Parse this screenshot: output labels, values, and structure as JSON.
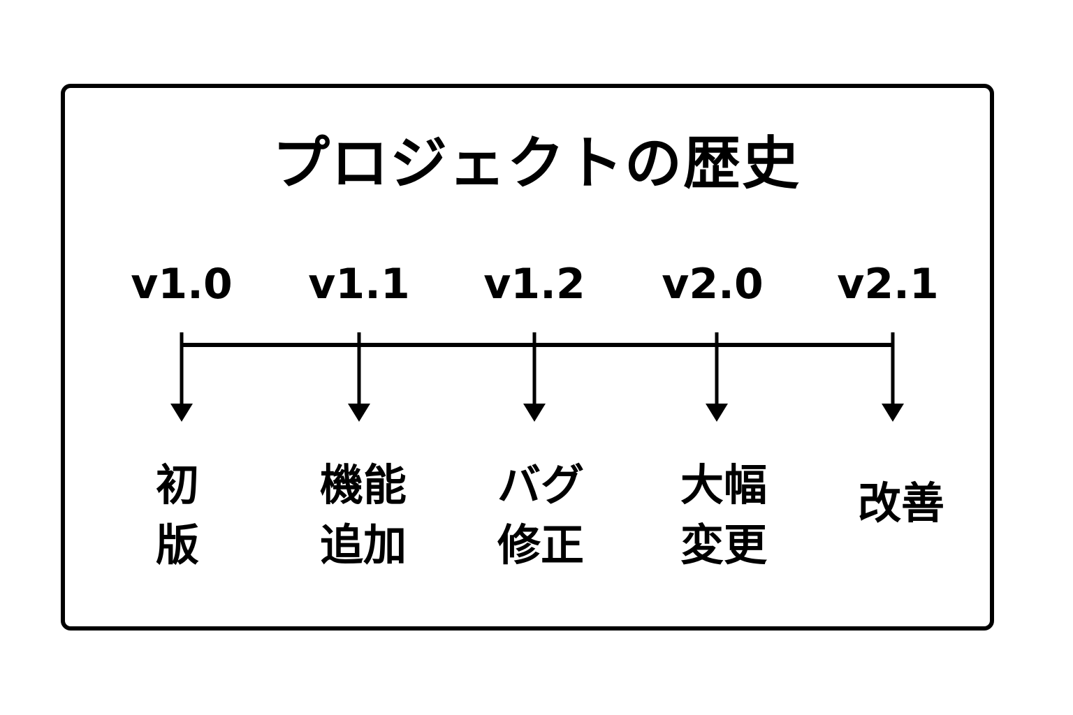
{
  "title": "プロジェクトの歴史",
  "colors": {
    "line": "#000000",
    "text": "#000000",
    "background": "#ffffff"
  },
  "milestones": [
    {
      "version": "v1.0",
      "description": [
        "初",
        "版"
      ]
    },
    {
      "version": "v1.1",
      "description": [
        "機能",
        "追加"
      ]
    },
    {
      "version": "v1.2",
      "description": [
        "バグ",
        "修正"
      ]
    },
    {
      "version": "v2.0",
      "description": [
        "大幅",
        "変更"
      ]
    },
    {
      "version": "v2.1",
      "description": [
        "改善"
      ]
    }
  ]
}
